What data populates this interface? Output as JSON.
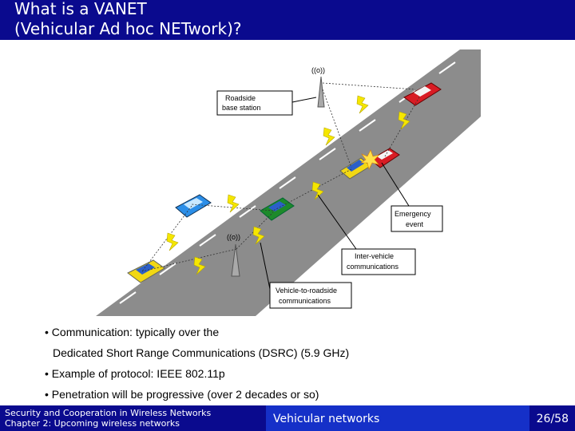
{
  "slide": {
    "title_line1": "What is a VANET",
    "title_line2": "(Vehicular Ad hoc NETwork)?"
  },
  "diagram": {
    "roadside_label_1": "Roadside",
    "roadside_label_2": "base station",
    "emergency_label_1": "Emergency",
    "emergency_label_2": "event",
    "inter_label_1": "Inter-vehicle",
    "inter_label_2": "communications",
    "v2r_label_1": "Vehicle-to-roadside",
    "v2r_label_2": "communications",
    "antenna_symbol": "((o))",
    "colors": {
      "road": "#8c8c8c",
      "red_car": "#d81c24",
      "blue_car": "#2b8ee8",
      "green_car": "#1d8a2a",
      "yellow_car": "#f2d813",
      "lightning": "#f5e600"
    }
  },
  "bullets": [
    "• Communication: typically over the",
    "Dedicated Short Range Communications (DSRC) (5.9 GHz)",
    "• Example of protocol: IEEE 802.11p",
    "• Penetration will be progressive (over 2 decades or so)"
  ],
  "footer": {
    "course_line1": "Security and Cooperation in Wireless Networks",
    "course_line2": "Chapter 2: Upcoming wireless networks",
    "section": "Vehicular networks",
    "page": "26/58"
  }
}
